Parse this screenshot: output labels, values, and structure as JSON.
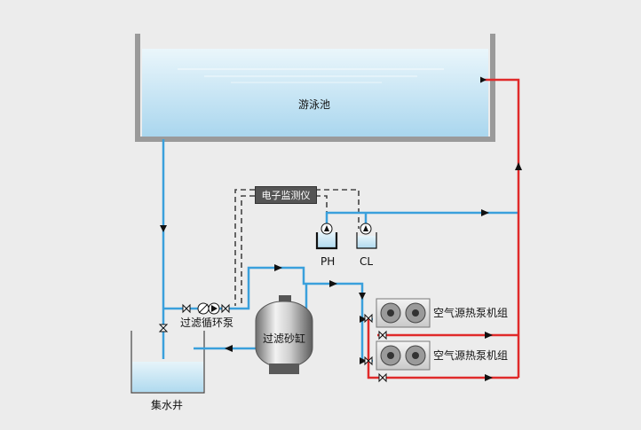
{
  "labels": {
    "pool": "游泳池",
    "monitor": "电子监测仪",
    "ph": "PH",
    "cl": "CL",
    "filter_pump": "过滤循环泵",
    "sand_tank": "过滤砂缸",
    "heat_pump_1": "空气源热泵机组",
    "heat_pump_2": "空气源热泵机组",
    "collection_well": "集水井"
  },
  "colors": {
    "water_pipe": "#3aa0dc",
    "hot_pipe": "#e02a2a",
    "dashed_line": "#444444",
    "water_fill": "#bfe0f0",
    "tank_frame": "#9a9a9a"
  }
}
